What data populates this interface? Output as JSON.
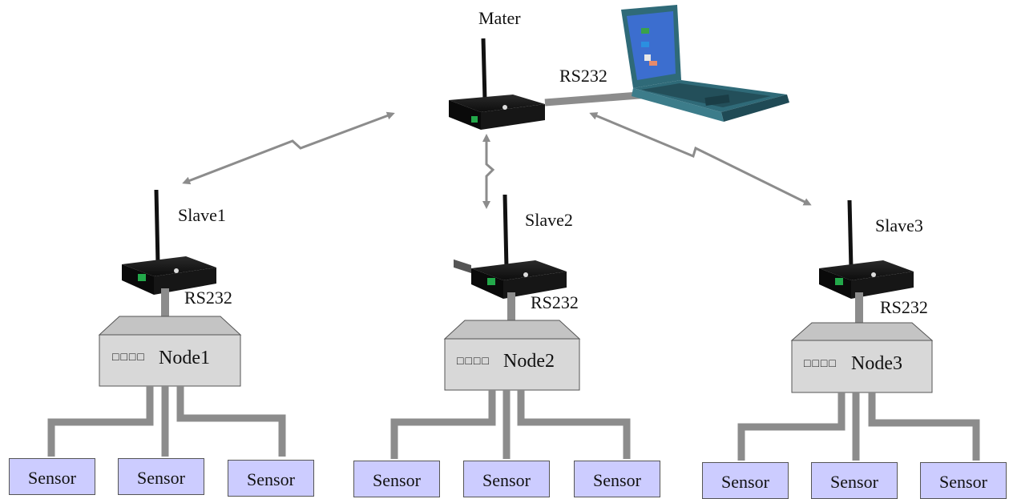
{
  "master": {
    "label": "Mater",
    "link_label": "RS232"
  },
  "slaves": [
    {
      "label": "Slave1",
      "link_label": "RS232",
      "node_label": "Node1",
      "node_indicator": "□□□□"
    },
    {
      "label": "Slave2",
      "link_label": "RS232",
      "node_label": "Node2",
      "node_indicator": "□□□□"
    },
    {
      "label": "Slave3",
      "link_label": "RS232",
      "node_label": "Node3",
      "node_indicator": "□□□□"
    }
  ],
  "sensors": [
    {
      "label": "Sensor"
    },
    {
      "label": "Sensor"
    },
    {
      "label": "Sensor"
    },
    {
      "label": "Sensor"
    },
    {
      "label": "Sensor"
    },
    {
      "label": "Sensor"
    },
    {
      "label": "Sensor"
    },
    {
      "label": "Sensor"
    },
    {
      "label": "Sensor"
    }
  ],
  "colors": {
    "cable": "#8c8c8c",
    "arrow": "#8c8c8c",
    "node_fill": "#d8d8d8",
    "sensor_fill": "#ccccff",
    "laptop": "#2f6a78",
    "screen": "#3c6ecf",
    "radio": "#1b1b1b"
  },
  "icons": {
    "master": "wireless-radio-modem-icon",
    "computer": "laptop-icon",
    "slave": "wireless-radio-modem-icon"
  }
}
